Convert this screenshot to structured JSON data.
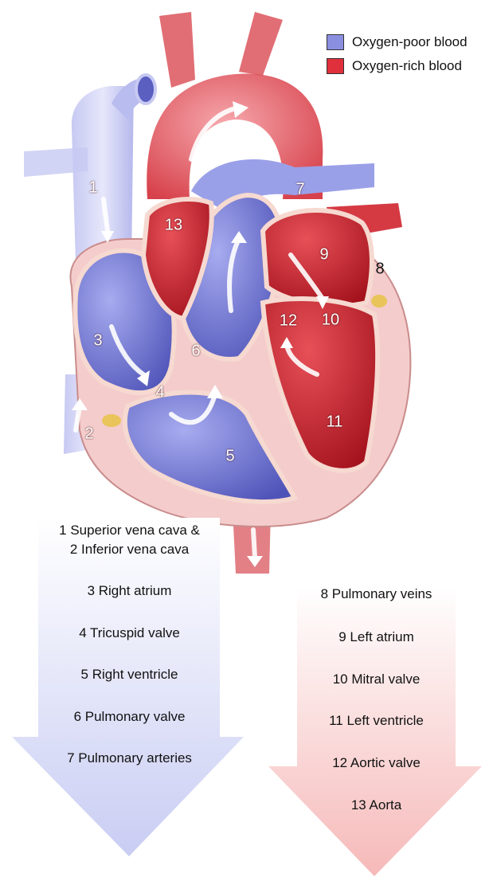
{
  "legend": {
    "items": [
      {
        "label": "Oxygen-poor blood",
        "color": "#8b8fe0"
      },
      {
        "label": "Oxygen-rich blood",
        "color": "#e0303c"
      }
    ]
  },
  "labels": {
    "n1": "1",
    "n2": "2",
    "n3": "3",
    "n4": "4",
    "n5": "5",
    "n6": "6",
    "n7": "7",
    "n8": "8",
    "n9": "9",
    "n10": "10",
    "n11": "11",
    "n12": "12",
    "n13": "13"
  },
  "left_steps": [
    "1 Superior vena cava &",
    "2 Inferior vena cava",
    "3 Right atrium",
    "4 Tricuspid valve",
    "5 Right ventricle",
    "6 Pulmonary valve",
    "7 Pulmonary arteries"
  ],
  "right_steps": [
    "8 Pulmonary veins",
    "9 Left atrium",
    "10 Mitral valve",
    "11 Left ventricle",
    "12 Aortic valve",
    "13 Aorta"
  ],
  "colors": {
    "oxygen_poor": "#7d82d6",
    "oxygen_rich": "#d42a35",
    "muscle": "#f4cccc"
  }
}
